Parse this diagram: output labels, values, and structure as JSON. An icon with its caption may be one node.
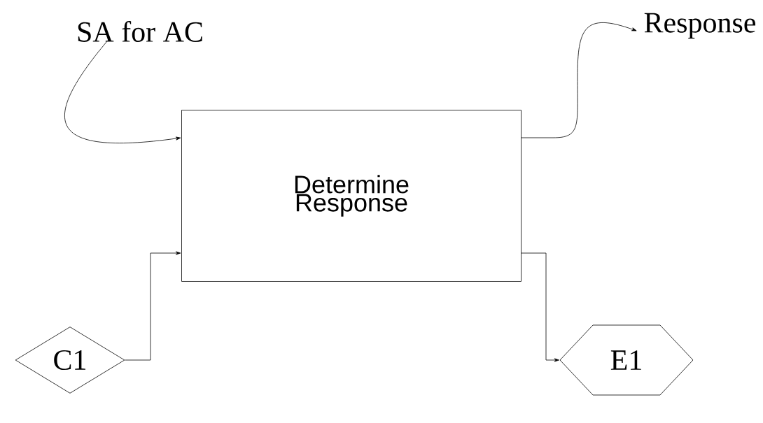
{
  "diagram": {
    "nodes": [
      {
        "text": [
          "SA for AC"
        ]
      },
      {
        "text": [
          "Determine Response"
        ]
      },
      {
        "text": [
          "Response"
        ]
      },
      {
        "text": [
          "C1"
        ]
      },
      {
        "text": [
          "E1"
        ]
      }
    ],
    "edges": [
      {
        "from": 0,
        "to": 1,
        "arrow": "to"
      },
      {
        "from": 1,
        "to": 2,
        "arrow": "to"
      },
      {
        "from": 3,
        "to": 1,
        "arrow": "to"
      },
      {
        "from": 1,
        "to": 4,
        "arrow": "to"
      }
    ]
  }
}
